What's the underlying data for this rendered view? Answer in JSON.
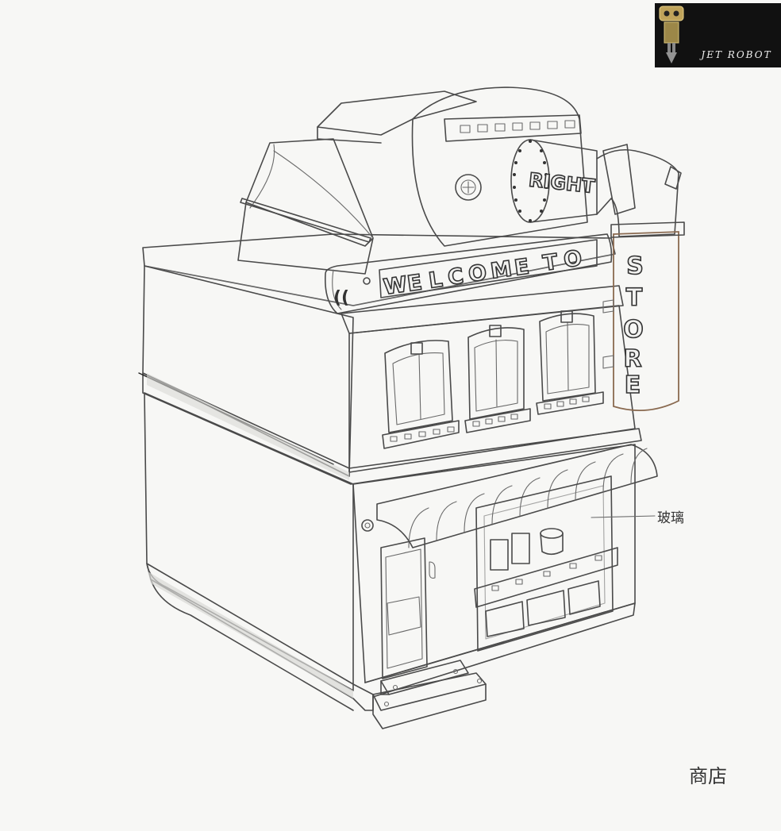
{
  "logo": {
    "brand_text": "JET ROBOT",
    "icon": "robot-icon",
    "background": "#111111"
  },
  "sign": {
    "welcome_letters": [
      "W",
      "E",
      "L",
      "C",
      "O",
      "M",
      "E",
      "T",
      "O"
    ],
    "right_text": "RIGHT",
    "store_letters": [
      "S",
      "T",
      "O",
      "R",
      "E"
    ]
  },
  "annotations": {
    "glass_label": "玻璃",
    "caption": "商店"
  },
  "colors": {
    "paper": "#f7f7f5",
    "pencil": "#4a4a4a",
    "tube_outline": "#8a6a50"
  }
}
